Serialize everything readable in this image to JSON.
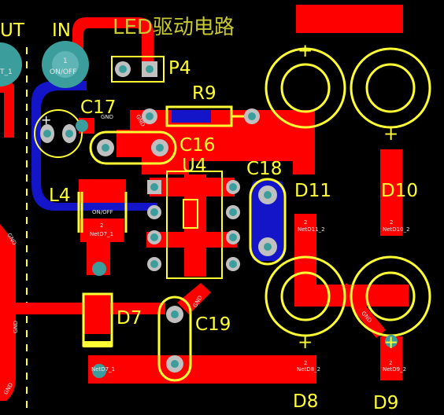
{
  "title": "LED驱动电路",
  "designators": {
    "in": "IN",
    "out_partial": "UT",
    "p4": "P4",
    "r9": "R9",
    "c17": "C17",
    "c16": "C16",
    "u4": "U4",
    "c18": "C18",
    "l4": "L4",
    "d11": "D11",
    "d10": "D10",
    "d7": "D7",
    "c19": "C19",
    "d8": "D8",
    "d9": "D9"
  },
  "plus_sign": "+",
  "nets": {
    "in_pad_number": "1",
    "in_pad_net": "ON/OFF",
    "out_pad_net": "T_1",
    "gnd": "GND",
    "l4_net": "ON/OFF",
    "l4_pin": "2",
    "l4_net2": "NetD7_1",
    "d11_pin": "2",
    "d11_net": "NetD11_2",
    "d10_pin": "2",
    "d10_net": "NetD10_2",
    "d8_pin": "2",
    "d8_net": "NetD8_2",
    "d9_pin": "2",
    "d9_net": "NetD9_2",
    "d7_net": "NetD7_1"
  },
  "colors": {
    "background": "#000000",
    "top_copper": "#ff0000",
    "bottom_copper": "#1414c8",
    "silkscreen": "#ffff33",
    "pad": "#c0c0c0",
    "via": "#3c9d9d"
  }
}
